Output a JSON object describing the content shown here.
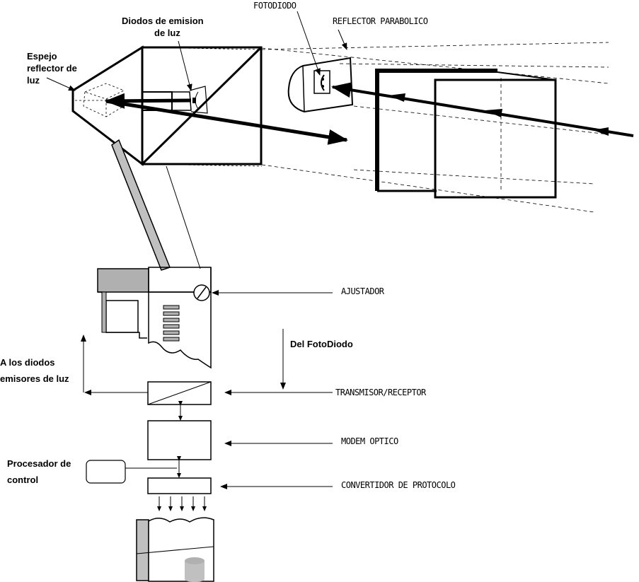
{
  "labels": {
    "espejo_1": "Espejo",
    "espejo_2": "reflector de",
    "espejo_3": "luz",
    "diodos_1": "Diodos de emision",
    "diodos_2": "de luz",
    "fotodiodo": "FOTODIODO",
    "reflector": "REFLECTOR PARABOLICO",
    "ajustador": "AJUSTADOR",
    "del_fotodiodo": "Del FotoDiodo",
    "a_los_diodos_1": "A los diodos",
    "a_los_diodos_2": "emisores de luz",
    "transmisor": "TRANSMISOR/RECEPTOR",
    "modem": "MODEM OPTICO",
    "procesador_1": "Procesador de",
    "procesador_2": "control",
    "convertidor": "CONVERTIDOR DE PROTOCOLO"
  },
  "icons": {
    "arrow": "filled-arrowhead",
    "adjust_knob": "circle-slash-knob",
    "cylinder": "drum-cylinder"
  },
  "colors": {
    "ink": "#000000",
    "gray_fill": "#c0c0c0",
    "panel_gray": "#b0b0b0"
  }
}
